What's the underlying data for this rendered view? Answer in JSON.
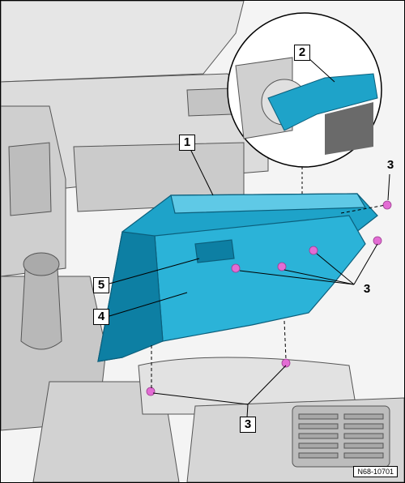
{
  "callouts": {
    "c1": "1",
    "c2": "2",
    "c3a": "3",
    "c3b": "3",
    "c3c": "3",
    "c4": "4",
    "c5": "5"
  },
  "figure_ref": "N68-10701",
  "colors": {
    "part": "#1ea3c9",
    "part_dark": "#0d7fa3",
    "fastener": "#e36cd4",
    "background_part": "#d6d6d6",
    "outline": "#2b2b2b"
  }
}
